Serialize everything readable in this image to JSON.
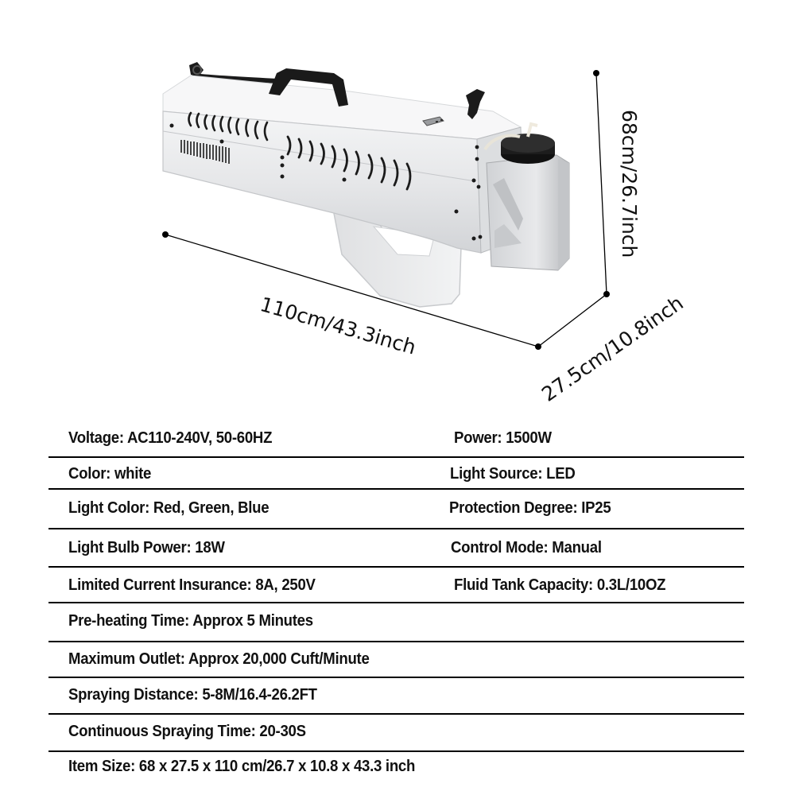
{
  "product_image": {
    "subject": "white handheld LED fog/smoke spray gun with black carry handle, shoulder strap clips, LCD panel and fluid tank",
    "icon": "fog-machine-gun"
  },
  "dimensions": {
    "length": "110cm/43.3inch",
    "height": "68cm/26.7inch",
    "width": "27.5cm/10.8inch"
  },
  "specs": [
    {
      "left": "Voltage: AC110-240V, 50-60HZ",
      "right": "Power: 1500W"
    },
    {
      "left": "Color: white",
      "right": "Light Source: LED"
    },
    {
      "left": "Light Color: Red, Green, Blue",
      "right": "Protection Degree: IP25"
    },
    {
      "left": "Light Bulb Power: 18W",
      "right": "Control Mode: Manual"
    },
    {
      "left": "Limited Current Insurance: 8A, 250V",
      "right": "Fluid Tank Capacity: 0.3L/10OZ"
    },
    {
      "left": "Pre-heating Time: Approx 5 Minutes",
      "right": ""
    },
    {
      "left": "Maximum Outlet: Approx 20,000 Cuft/Minute",
      "right": ""
    },
    {
      "left": "Spraying Distance: 5-8M/16.4-26.2FT",
      "right": ""
    },
    {
      "left": "Continuous Spraying Time: 20-30S",
      "right": ""
    },
    {
      "left": "Item Size: 68 x 27.5 x 110 cm/26.7 x 10.8 x 43.3 inch",
      "right": ""
    }
  ],
  "colors": {
    "body": "#e9eaec",
    "body_shadow": "#c9cbce",
    "handle": "#1b1b1b",
    "line": "#000000",
    "text": "#111111"
  }
}
